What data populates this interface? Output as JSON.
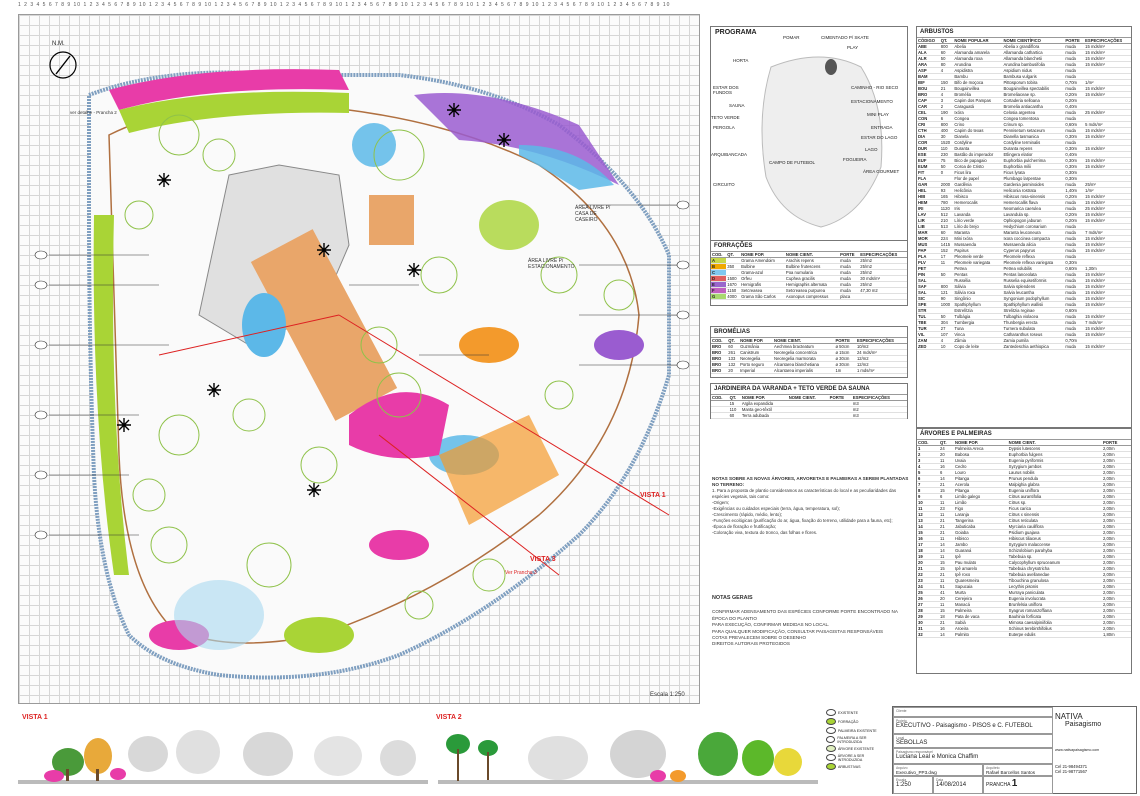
{
  "sheet": {
    "scale": "Escala 1:250",
    "north": "N.M.",
    "vista1": "VISTA 1",
    "vista2": "VISTA 2",
    "vista3": "VISTA 3",
    "ver_prancha": "Ver Prancha 3",
    "area_caseiro": "ÁREA LIVRE P/ CASA DE CASEIRO",
    "area_estac": "ÁREA LIVRE P/ ESTACIONAMENTO",
    "ver_detalhe": "ver detalhe - Prancha 2"
  },
  "programa": {
    "title": "PROGRAMA",
    "labels": [
      "POMAR",
      "CIMENTADO P/ SKATE",
      "PLAY",
      "HORTA",
      "CAMINHO - RIO SECO",
      "ESTAR DOS FUNDOS",
      "ESTACIONAMENTO",
      "SAUNA",
      "MINI PLAY",
      "TETO VERDE",
      "PERGOLA",
      "ENTRADA",
      "ESTAR DO LAGO",
      "LAGO",
      "ARQUIBANCADA",
      "FOGUEIRA",
      "CAMPO DE FUTEBOL",
      "ÁREA GOURMET",
      "CIRCUITO"
    ]
  },
  "arbustos": {
    "title": "ARBUSTOS",
    "headers": [
      "CÓDIGO",
      "QT.",
      "NOME POPULAR",
      "NOME CIENTÍFICO",
      "PORTE",
      "ESPECIFICAÇÕES"
    ],
    "rows": [
      [
        "ABE",
        "800",
        "Abelia",
        "Abelia x grandiflora",
        "muda",
        "15 mds/m²"
      ],
      [
        "ALA",
        "60",
        "Alamanda amarela",
        "Allamanda cathartica",
        "muda",
        "15 mds/m²"
      ],
      [
        "ALR",
        "50",
        "Alamanda roxa",
        "Allamanda blanchetii",
        "muda",
        "15 mds/m²"
      ],
      [
        "ARA",
        "80",
        "Arundina",
        "Arundina bambusifolia",
        "muda",
        "15 mds/m²"
      ],
      [
        "ASP",
        "4",
        "Aspidistra",
        "Aspidium nidus",
        "muda",
        ""
      ],
      [
        "BAM",
        "",
        "Bambu",
        "Bambusa vulgaris",
        "muda",
        ""
      ],
      [
        "BIF",
        "150",
        "Bifo de moçoca",
        "Pittosporum tobira",
        "0,70m",
        "1/m²"
      ],
      [
        "BOU",
        "21",
        "Bougainvillea",
        "Bougainvillea spectabilis",
        "muda",
        "15 mds/m²"
      ],
      [
        "BRO",
        "4",
        "Bromélia",
        "Bromeliaceae sp.",
        "0,20m",
        "15 mds/m²"
      ],
      [
        "CAP",
        "3",
        "Capim dos Pampas",
        "Cortaderia selloana",
        "0,20m",
        ""
      ],
      [
        "CAR",
        "2",
        "Caraguatá",
        "Bromelia antiacantha",
        "0,40m",
        ""
      ],
      [
        "CEL",
        "190",
        "Ixóra",
        "Celosia argentea",
        "muda",
        "25 mds/m²"
      ],
      [
        "CON",
        "6",
        "Congea",
        "Congea tomentosa",
        "muda",
        ""
      ],
      [
        "CRI",
        "800",
        "Crino",
        "Crinum sp.",
        "0,60m",
        "5 mds/m²"
      ],
      [
        "CTH",
        "400",
        "Capim do texas",
        "Pennisetum setaceum",
        "muda",
        "15 mds/m²"
      ],
      [
        "DIA",
        "30",
        "Dianela",
        "Dianella tasmanica",
        "0,30m",
        "15 mds/m²"
      ],
      [
        "COR",
        "1520",
        "Cordyline",
        "Cordyline terminalis",
        "muda",
        ""
      ],
      [
        "DUR",
        "110",
        "Duranta",
        "Duranta repens",
        "0,30m",
        "15 mds/m²"
      ],
      [
        "ESE",
        "230",
        "Bastão do imperador",
        "Etlingera elatior",
        "0,40m",
        ""
      ],
      [
        "EUF",
        "75",
        "Bico de papagaio",
        "Euphorbia pulcherrima",
        "0,30m",
        "15 mds/m²"
      ],
      [
        "EUM",
        "50",
        "Coroa de Cristo",
        "Euphorbia milii",
        "0,30m",
        "15 mds/m²"
      ],
      [
        "FIT",
        "0",
        "Ficus lira",
        "Ficus lyrata",
        "0,30m",
        ""
      ],
      [
        "FLA",
        "",
        "Flor de papel",
        "Plumbago larpentae",
        "0,30m",
        ""
      ],
      [
        "GAR",
        "2000",
        "Gardênia",
        "Gardenia jasminoides",
        "muda",
        "25/m²"
      ],
      [
        "HEL",
        "93",
        "Helicônia",
        "Heliconia rostrata",
        "1,40m",
        "1/m²"
      ],
      [
        "HIB",
        "165",
        "Hibisco",
        "Hibiscus rosa-sinensis",
        "0,20m",
        "15 mds/m²"
      ],
      [
        "HEM",
        "780",
        "Hemerocalis",
        "Hemerocallis flava",
        "muda",
        "15 mds/m²"
      ],
      [
        "IRI",
        "1120",
        "Iris",
        "Neomarica caerulea",
        "muda",
        "25 mds/m²"
      ],
      [
        "LAV",
        "512",
        "Lavanda",
        "Lavandula sp.",
        "0,20m",
        "15 mds/m²"
      ],
      [
        "LIR",
        "210",
        "Lírio verde",
        "Ophiopogon jaburan",
        "0,20m",
        "15 mds/m²"
      ],
      [
        "LIB",
        "513",
        "Lírio do brejo",
        "Hedychium coronarium",
        "muda",
        ""
      ],
      [
        "MAR",
        "60",
        "Maranta",
        "Maranta leuconeura",
        "muda",
        "7 mds/m²"
      ],
      [
        "MOR",
        "224",
        "Mini Ixóra",
        "Ixora coccinea compacta",
        "muda",
        "15 mds/m²"
      ],
      [
        "MUS",
        "1415",
        "Mussaenda",
        "Mussaenda alicia",
        "muda",
        "15 mds/m²"
      ],
      [
        "PAP",
        "152",
        "Papirus",
        "Cyperus papyrus",
        "muda",
        "15 mds/m²"
      ],
      [
        "PLA",
        "17",
        "Pleomele verde",
        "Pleomele reflexa",
        "muda",
        ""
      ],
      [
        "PLV",
        "11",
        "Pleomele variegata",
        "Pleomele reflexa variegata",
        "0,30m",
        ""
      ],
      [
        "PET",
        "",
        "Petrea",
        "Petrea volubilis",
        "0,60m",
        "1,30m"
      ],
      [
        "PIN",
        "50",
        "Pentas",
        "Pentas lanceolata",
        "muda",
        "15 mds/m²"
      ],
      [
        "SAL",
        "",
        "Russélia",
        "Russelia equisetiformis",
        "muda",
        "15 mds/m²"
      ],
      [
        "SAF",
        "800",
        "Sálvia",
        "Salvia splendens",
        "muda",
        "15 mds/m²"
      ],
      [
        "SAL",
        "121",
        "Sálvia roxa",
        "Salvia leucantha",
        "muda",
        "15 mds/m²"
      ],
      [
        "SIC",
        "90",
        "Singônio",
        "Syngonium podophyllum",
        "muda",
        "15 mds/m²"
      ],
      [
        "SPE",
        "1000",
        "Spathiphyllum",
        "Spathiphyllum wallisii",
        "muda",
        "15 mds/m²"
      ],
      [
        "STR",
        "",
        "Estrelítzia",
        "Strelitzia reginae",
        "0,60m",
        ""
      ],
      [
        "TUL",
        "50",
        "Tulbágia",
        "Tulbaghia violacea",
        "muda",
        "15 mds/m²"
      ],
      [
        "TBE",
        "304",
        "Tumbergia",
        "Thunbergia erecta",
        "muda",
        "7 mds/m²"
      ],
      [
        "TUR",
        "27",
        "Tuna",
        "Turnera subulata",
        "muda",
        "15 mds/m²"
      ],
      [
        "VIL",
        "107",
        "Vinca",
        "Catharanthus roseus",
        "muda",
        "15 mds/m²"
      ],
      [
        "ZAM",
        "4",
        "Zâmia",
        "Zamia pumila",
        "0,70m",
        ""
      ],
      [
        "ZED",
        "10",
        "Copo de leite",
        "Zantedeschia aethiopica",
        "muda",
        "15 mds/m²"
      ]
    ]
  },
  "forracoes": {
    "title": "FORRAÇÕES",
    "headers": [
      "COD.",
      "QT.",
      "NOME POP.",
      "NOME CIENT.",
      "PORTE",
      "ESPECIFICAÇÕES"
    ],
    "rows": [
      [
        "A",
        "",
        "Grama Amendoim",
        "Arachis repens",
        "muda",
        "25/m2"
      ],
      [
        "B",
        "350",
        "Bulbine",
        "Bulbine frutescens",
        "muda",
        "25/m2"
      ],
      [
        "C",
        "",
        "Grama-azul",
        "Poa numularia",
        "muda",
        "25/m2"
      ],
      [
        "D",
        "1500",
        "Orfeu",
        "Cuphea gracilis",
        "muda",
        "30 mds/m²"
      ],
      [
        "E",
        "1670",
        "Hemigrafis",
        "Hemigraphis alternata",
        "muda",
        "25/m2"
      ],
      [
        "F",
        "1150",
        "Setcreasea",
        "Setcreasea purpurea",
        "muda",
        "47,30 m2"
      ],
      [
        "G",
        "4000",
        "Grama São Carlos",
        "Axonopus compressus",
        "placa",
        ""
      ]
    ],
    "colors": [
      "#c7d94a",
      "#f0a800",
      "#7fc8f0",
      "#e06060",
      "#9966cc",
      "#c060c0",
      "#a8d870"
    ]
  },
  "bromelias": {
    "title": "BROMÉLIAS",
    "headers": [
      "COD.",
      "QT.",
      "NOME POP.",
      "NOME CIENT.",
      "PORTE",
      "ESPECIFICAÇÕES"
    ],
    "rows": [
      [
        "BRO",
        "60",
        "Guzmânia",
        "Aechmea bracteatum",
        "ø 50cm",
        "10/m2"
      ],
      [
        "BRO",
        "261",
        "Canistrum",
        "Neoregelia concentrica",
        "ø 15cm",
        "24 mds/m²"
      ],
      [
        "BRO",
        "133",
        "Neoregelia",
        "Neoregelia marmorata",
        "ø 30cm",
        "12/m2"
      ],
      [
        "BRO",
        "132",
        "Porto seguro",
        "Alcantarea blanchetiana",
        "ø 30cm",
        "12/m2"
      ],
      [
        "BRO",
        "20",
        "Imperial",
        "Alcantarea imperialis",
        "1m",
        "1 mds/m²"
      ]
    ]
  },
  "jardineira": {
    "title": "JARDINEIRA DA VARANDA + TETO VERDE DA SAUNA",
    "headers": [
      "COD.",
      "QT.",
      "NOME POP.",
      "NOME CIENT.",
      "PORTE",
      "ESPECIFICAÇÕES"
    ],
    "rows": [
      [
        "",
        "15",
        "Argila expandida",
        "",
        "",
        "m3"
      ],
      [
        "",
        "110",
        "Manta geo-têxtil",
        "",
        "",
        "m2"
      ],
      [
        "",
        "60",
        "Terra adubada",
        "",
        "",
        "m3"
      ]
    ]
  },
  "arvores": {
    "title": "ÁRVORES E PALMEIRAS",
    "headers": [
      "COD.",
      "QT.",
      "NOME POP.",
      "NOME CIENT.",
      "PORTE"
    ],
    "rows": [
      [
        "1",
        "24",
        "Palmeira Areca",
        "Dypsis lutescens",
        "2,00m"
      ],
      [
        "2",
        "20",
        "Babosa",
        "Euphorbia fulgens",
        "2,00m"
      ],
      [
        "3",
        "11",
        "Uvaia",
        "Eugenia pyriformis",
        "2,00m"
      ],
      [
        "4",
        "16",
        "Cedro",
        "Syzygium jambos",
        "2,00m"
      ],
      [
        "5",
        "6",
        "Louro",
        "Laurus nobilis",
        "2,00m"
      ],
      [
        "6",
        "14",
        "Pitanga",
        "Prunus pendula",
        "2,00m"
      ],
      [
        "7",
        "21",
        "Acerola",
        "Malpighia glabra",
        "2,00m"
      ],
      [
        "8",
        "15",
        "Pitanga",
        "Eugenia uniflora",
        "2,00m"
      ],
      [
        "9",
        "6",
        "Limão galego",
        "Citrus aurantifolia",
        "2,00m"
      ],
      [
        "10",
        "11",
        "Limão",
        "Citrus sp.",
        "2,00m"
      ],
      [
        "11",
        "23",
        "Figo",
        "Ficus carica",
        "2,00m"
      ],
      [
        "12",
        "11",
        "Laranja",
        "Citrus x sinensis",
        "2,00m"
      ],
      [
        "13",
        "21",
        "Tangerina",
        "Citrus reticulata",
        "2,00m"
      ],
      [
        "14",
        "21",
        "Jabuticaba",
        "Myrciaria cauliflora",
        "2,00m"
      ],
      [
        "15",
        "21",
        "Goiaba",
        "Psidium guajava",
        "2,00m"
      ],
      [
        "16",
        "11",
        "Hibisco",
        "Hibiscus tiliaceus",
        "2,00m"
      ],
      [
        "17",
        "14",
        "Jambo",
        "Syzygium malaccense",
        "2,00m"
      ],
      [
        "18",
        "14",
        "Guaraná",
        "Schizolobium parahyba",
        "2,00m"
      ],
      [
        "19",
        "11",
        "Ipê",
        "Tabebuia sp.",
        "2,00m"
      ],
      [
        "20",
        "15",
        "Pau mulato",
        "Calycophyllum spruceanum",
        "2,00m"
      ],
      [
        "21",
        "15",
        "Ipê amarelo",
        "Tabebuia chrysotricha",
        "2,00m"
      ],
      [
        "22",
        "21",
        "Ipê roxo",
        "Tabebuia avellanedae",
        "2,00m"
      ],
      [
        "23",
        "11",
        "Quaresmeira",
        "Tibouchina granulosa",
        "2,00m"
      ],
      [
        "24",
        "51",
        "Sapucaia",
        "Lecythis pisonis",
        "2,00m"
      ],
      [
        "25",
        "41",
        "Murta",
        "Murraya paniculata",
        "2,00m"
      ],
      [
        "26",
        "20",
        "Cerejeira",
        "Eugenia involucrata",
        "2,00m"
      ],
      [
        "27",
        "11",
        "Manacá",
        "Brunfelsia uniflora",
        "2,00m"
      ],
      [
        "28",
        "15",
        "Palmeira",
        "Syagrus romanzoffiana",
        "2,00m"
      ],
      [
        "29",
        "18",
        "Pata de vaca",
        "Bauhinia forficata",
        "2,00m"
      ],
      [
        "30",
        "21",
        "Sabiá",
        "Mimosa caesalpiniifolia",
        "2,00m"
      ],
      [
        "31",
        "16",
        "Aroeira",
        "Schinus terebinthifolius",
        "2,00m"
      ],
      [
        "32",
        "14",
        "Palmito",
        "Euterpe edulis",
        "1,80m"
      ]
    ]
  },
  "notas": {
    "title": "NOTAS SOBRE AS NOVAS ÁRVORES, ARVORETAS E PALMEIRAS A SEREM PLANTADAS NO TERRENO:",
    "lines": [
      "1. Para a proposta de plantio consideramos as características do local e as peculiaridades das espécies vegetais, tais como:",
      "-Origem;",
      "-Exigências ou cuidados especiais (terra, água, temperatura, sol);",
      "-Crescimento (rápido, médio, lento);",
      "-Funções ecológicas (purificação do ar, água, fixação do terreno, utilidade para a fauna, etc);",
      "-Época de floração e frutificação;",
      "-Coloração viva, textura do tronco, das folhas e flores."
    ]
  },
  "notas_gerais": {
    "title": "NOTAS GERAIS",
    "lines": [
      "CONFIRMAR ADENSAMENTO DAS ESPÉCIES CONFORME PORTE ENCONTRADO NA ÉPOCA DO PLANTIO",
      "PARA EXECUÇÃO, CONFIRMAR MEDIDAS NO LOCAL.",
      "PARA QUALQUER MODIFICAÇÃO, CONSULTAR PAISAGISTAS RESPONSÁVEIS",
      "COTAS PREVALECEM SOBRE O DESENHO",
      "DIREITOS AUTORAIS PROTEGIDOS"
    ]
  },
  "legend": {
    "items": [
      "EXISTENTE",
      "FORRAÇÃO",
      "PALMEIRA EXISTENTE",
      "PALMEIRA A SER INTRODUZIDA",
      "ÁRVORE EXISTENTE",
      "ÁRVORE A SER INTRODUZIDA",
      "ARBUSTIVAS"
    ]
  },
  "titleblock": {
    "cliente_label": "Cliente",
    "projeto_label": "Projeto",
    "projeto": "EXECUTIVO - Paisagismo - PISOS e C. FUTEBOL",
    "local_label": "Local",
    "local": "SEBOLLAS",
    "resp_label": "Paisagismo responsável",
    "resp": "Luciana Leal e Monica Chaffim",
    "arquivo_label": "Arquivo",
    "arquivo": "Executivo_PP3.dwg",
    "arq_label": "Arquiteto",
    "arq": "Rafael Barcellos Santos",
    "escala_label": "Escala",
    "escala": "1:250",
    "data_label": "Data",
    "data": "14/08/2014",
    "prancha": "PRANCHA",
    "num": "1",
    "company": "NATIVA",
    "company_sub": "Paisagismo",
    "site": "www.nativapaisagismo.com",
    "tel1": "Cel 21-98494371",
    "tel2": "Cel 21-98771567"
  },
  "colors": {
    "green": "#a9d436",
    "pink": "#e83ca8",
    "purple": "#9a5cd0",
    "blue": "#5cb8e8",
    "orange": "#f39a2c",
    "tan": "#e9a66a",
    "red": "#d22222",
    "yellow": "#f6dc2a"
  }
}
